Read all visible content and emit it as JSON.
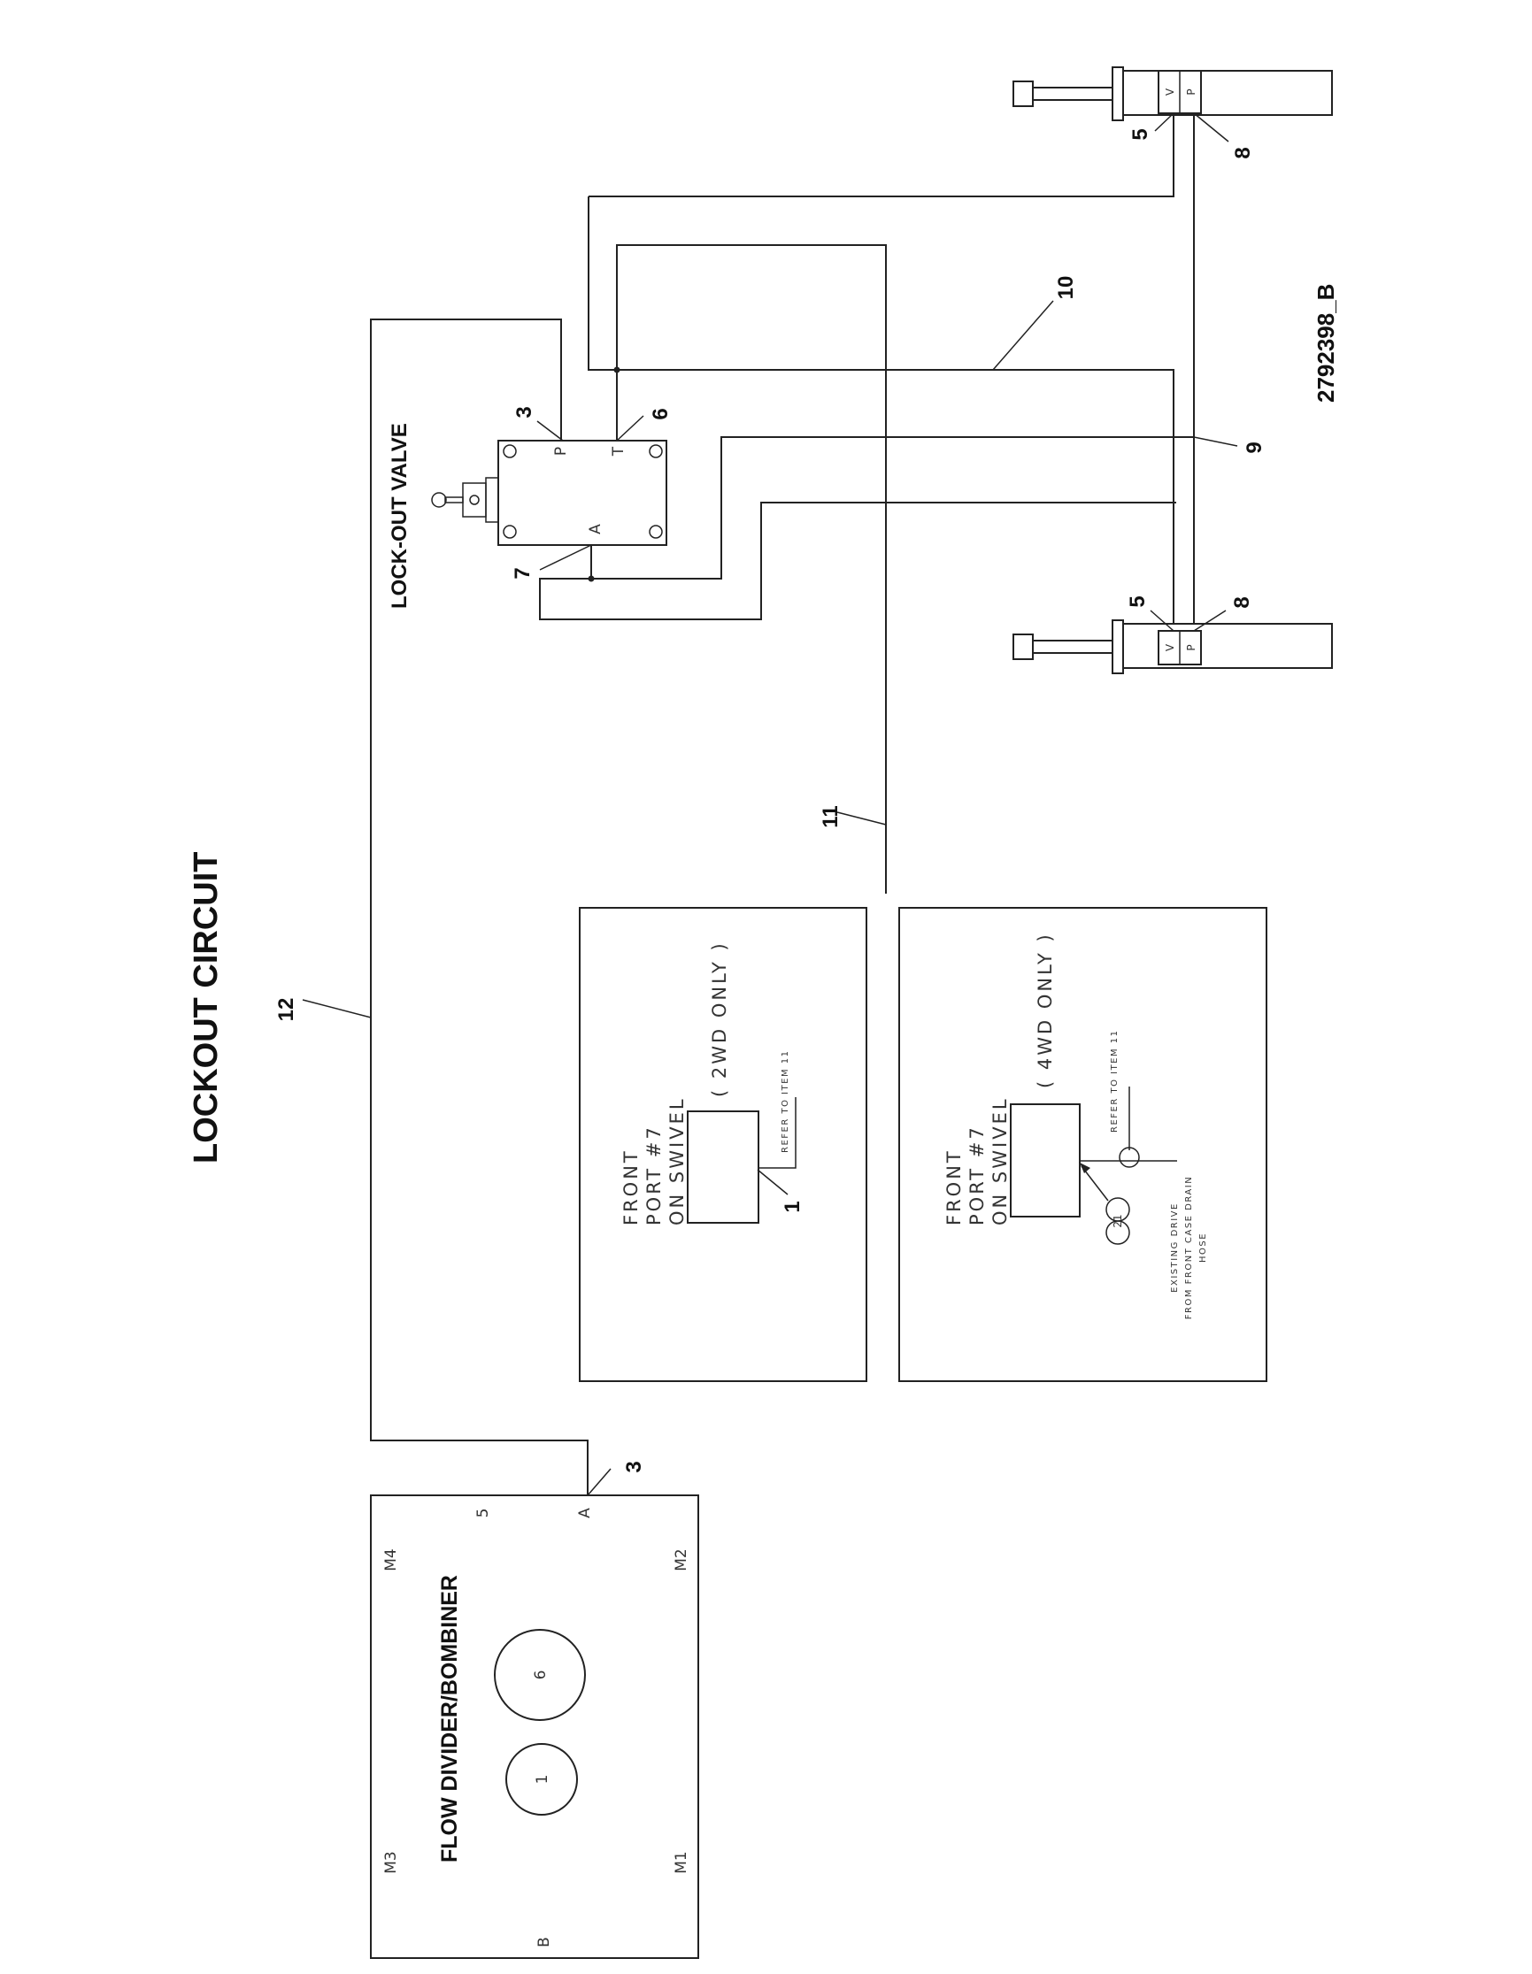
{
  "diagram": {
    "title": "LOCKOUT CIRCUIT",
    "drawing_number": "2792398_B"
  },
  "flow_divider": {
    "label": "FLOW DIVIDER/BOMBINER",
    "ports": {
      "m1": "M1",
      "m2": "M2",
      "m3": "M3",
      "m4": "M4",
      "a": "A",
      "b": "B",
      "five": "5",
      "one": "1",
      "six": "6"
    }
  },
  "lockout_valve": {
    "label": "LOCK-OUT VALVE",
    "ports": {
      "p": "P",
      "t": "T",
      "a": "A"
    }
  },
  "cylinder_upper": {
    "port_v": "V",
    "port_p": "P"
  },
  "cylinder_lower": {
    "port_v": "V",
    "port_p": "P"
  },
  "note_2wd": {
    "line1": "FRONT",
    "line2": "PORT #7",
    "line3": "ON SWIVEL",
    "qualifier": "( 2WD ONLY )",
    "refer": "REFER TO ITEM 11"
  },
  "note_4wd": {
    "line1": "FRONT",
    "line2": "PORT #7",
    "line3": "ON SWIVEL",
    "qualifier": "( 4WD ONLY )",
    "refer": "REFER TO ITEM 11",
    "existing1": "EXISTING DRIVE",
    "existing2": "FROM FRONT CASE DRAIN",
    "existing3": "HOSE",
    "bubble": "21"
  },
  "callouts": {
    "c1": "1",
    "c3_valve": "3",
    "c3_divider": "3",
    "c5_upper": "5",
    "c5_lower": "5",
    "c6": "6",
    "c7": "7",
    "c8_upper": "8",
    "c8_lower": "8",
    "c9": "9",
    "c10": "10",
    "c11": "11",
    "c12": "12"
  }
}
